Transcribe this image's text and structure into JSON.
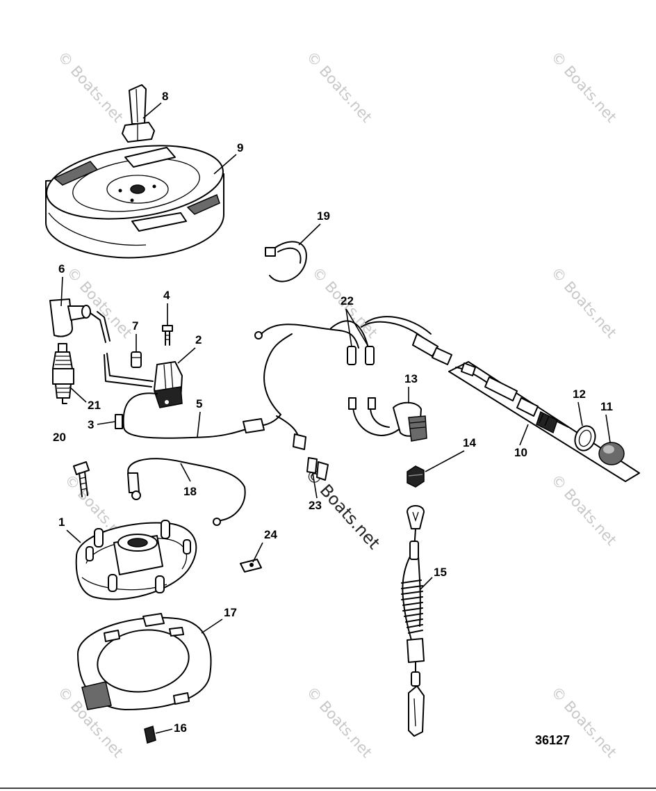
{
  "diagram": {
    "figure_number": "36127",
    "watermark": {
      "text": "© Boats.net"
    },
    "callouts": [
      {
        "id": "callout-1",
        "label": "1"
      },
      {
        "id": "callout-2",
        "label": "2"
      },
      {
        "id": "callout-3",
        "label": "3"
      },
      {
        "id": "callout-4",
        "label": "4"
      },
      {
        "id": "callout-5",
        "label": "5"
      },
      {
        "id": "callout-6",
        "label": "6"
      },
      {
        "id": "callout-7",
        "label": "7"
      },
      {
        "id": "callout-8",
        "label": "8"
      },
      {
        "id": "callout-9",
        "label": "9"
      },
      {
        "id": "callout-10",
        "label": "10"
      },
      {
        "id": "callout-11",
        "label": "11"
      },
      {
        "id": "callout-12",
        "label": "12"
      },
      {
        "id": "callout-13",
        "label": "13"
      },
      {
        "id": "callout-14",
        "label": "14"
      },
      {
        "id": "callout-15",
        "label": "15"
      },
      {
        "id": "callout-16",
        "label": "16"
      },
      {
        "id": "callout-17",
        "label": "17"
      },
      {
        "id": "callout-18",
        "label": "18"
      },
      {
        "id": "callout-19",
        "label": "19"
      },
      {
        "id": "callout-20",
        "label": "20"
      },
      {
        "id": "callout-21",
        "label": "21"
      },
      {
        "id": "callout-22",
        "label": "22"
      },
      {
        "id": "callout-23",
        "label": "23"
      },
      {
        "id": "callout-24",
        "label": "24"
      }
    ]
  }
}
